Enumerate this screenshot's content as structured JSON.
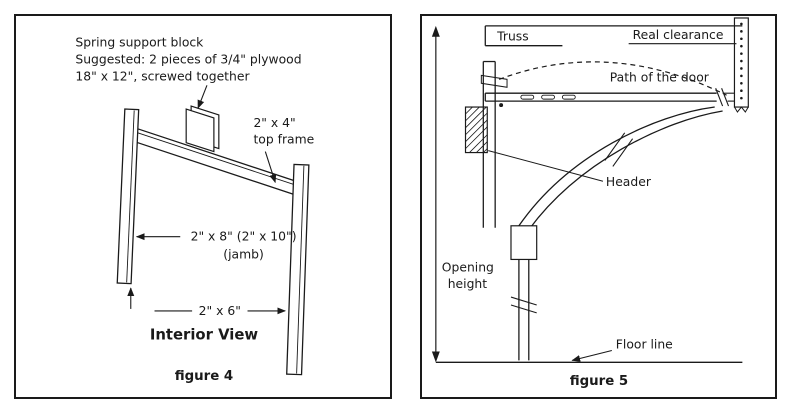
{
  "figure4": {
    "note_line1": "Spring support block",
    "note_line2": "Suggested: 2 pieces of 3/4\" plywood",
    "note_line3": "18\" x 12\", screwed together",
    "top_frame_size": "2\" x 4\"",
    "top_frame_label": "top frame",
    "jamb_size": "2\" x 8\" (2\" x 10\")",
    "jamb_label": "(jamb)",
    "sill_size": "2\" x 6\"",
    "view_title": "Interior View",
    "caption": "figure 4"
  },
  "figure5": {
    "truss": "Truss",
    "real_clearance": "Real clearance",
    "door_path": "Path of the door",
    "header": "Header",
    "opening_line1": "Opening",
    "opening_line2": "height",
    "floor_line": "Floor line",
    "caption": "figure 5"
  },
  "colors": {
    "ink": "#1a1a1a",
    "paper": "#ffffff"
  }
}
